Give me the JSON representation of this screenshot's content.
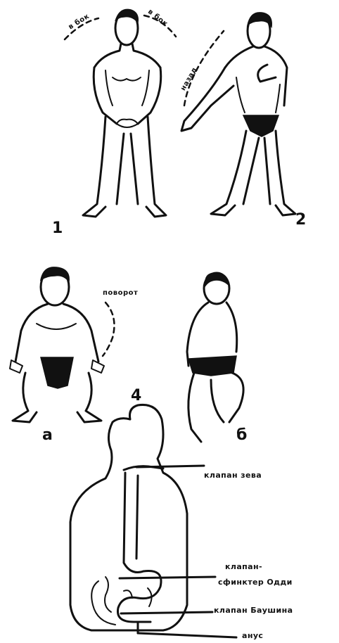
{
  "figures": {
    "fig1": {
      "number": "1",
      "turn_left_label": "в бок",
      "turn_right_label": "в бок"
    },
    "fig2": {
      "number": "2",
      "arm_label": "назад"
    },
    "fig3": {
      "number": "",
      "rotation_label": "поворот",
      "variant_a": "а",
      "variant_b": "б"
    },
    "fig4": {
      "number": "4"
    }
  },
  "anatomy": {
    "labels": [
      "клапан зева",
      "клапан-",
      "сфинктер Одди",
      "клапан Баушина",
      "анус"
    ]
  }
}
